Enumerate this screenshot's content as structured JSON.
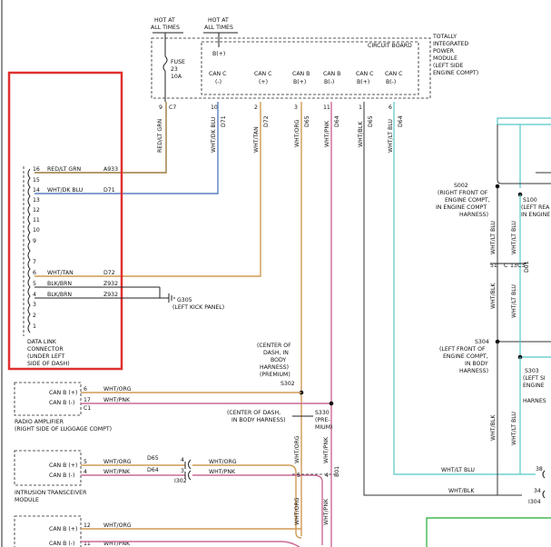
{
  "labels": {
    "hot1": "HOT AT",
    "hot1b": "ALL TIMES",
    "hot2": "HOT AT",
    "hot2b": "ALL TIMES",
    "b_plus_top": "B(+)",
    "circuit_board": "CIRCUIT BOARD",
    "tipm1": "TOTALLY",
    "tipm2": "INTEGRATED",
    "tipm3": "POWER",
    "tipm4": "MODULE",
    "tipm5": "(LEFT SIDE",
    "tipm6": "ENGINE COMPT)",
    "fuse": "FUSE",
    "fuse_num": "23",
    "fuse_amp": "10A",
    "canc1": "CAN C",
    "canc1s": "(-)",
    "canc2": "CAN C",
    "canc2s": "(+)",
    "canb1": "CAN B",
    "canb1s": "B(+)",
    "canb2": "CAN B",
    "canb2s": "B(-)",
    "canc3": "CAN C",
    "canc3s": "B(+)",
    "canc4": "CAN C",
    "canc4s": "B(-)",
    "pin9": "9",
    "pin_c7": "C7",
    "pin10": "10",
    "pin2": "2",
    "pin3": "3",
    "pin11": "11",
    "pin1": "1",
    "pin6": "6",
    "w_redltgrn": "RED/LT GRN",
    "w_whtdkblu": "WHT/DK BLU",
    "w_d71": "D71",
    "w_whttan": "WHT/TAN",
    "w_d72": "D72",
    "w_whtorg": "WHT/ORG",
    "w_d65": "D65",
    "w_whtpnk": "WHT/PNK",
    "w_d64": "D64",
    "w_whtblk": "WHT/BLK",
    "w_d65b": "D65",
    "w_whtltblu": "WHT/LT BLU",
    "w_d64b": "D64",
    "dlc_16": "16",
    "dlc_16w": "RED/LT GRN",
    "dlc_16c": "A933",
    "dlc_15": "15",
    "dlc_14": "14",
    "dlc_14w": "WHT/DK BLU",
    "dlc_14c": "D71",
    "dlc_13": "13",
    "dlc_12": "12",
    "dlc_11": "11",
    "dlc_10": "10",
    "dlc_9": "9",
    "dlc_7": "7",
    "dlc_6": "6",
    "dlc_6w": "WHT/TAN",
    "dlc_6c": "D72",
    "dlc_5": "5",
    "dlc_5w": "BLK/BRN",
    "dlc_5c": "Z932",
    "dlc_4": "4",
    "dlc_4w": "BLK/BRN",
    "dlc_4c": "Z932",
    "dlc_3": "3",
    "dlc_2": "2",
    "dlc_1": "1",
    "g305": "G305",
    "g305b": "(LEFT KICK PANEL)",
    "dlc_name1": "DATA LINK",
    "dlc_name2": "CONNECTOR",
    "dlc_name3": "(UNDER LEFT",
    "dlc_name4": "SIDE OF DASH)",
    "premium1": "(CENTER OF",
    "premium2": "DASH, IN",
    "premium3": "BODY",
    "premium4": "HARNESS)",
    "premium5": "(PREMIUM)",
    "s302": "S302",
    "ra_canb1": "CAN B (+)",
    "ra_canb2": "CAN B (-)",
    "ra_pin6": "6",
    "ra_pin17": "17",
    "ra_c1": "C1",
    "ra_w1": "WHT/ORG",
    "ra_w2": "WHT/PNK",
    "ra_name1": "RADIO AMPLIFIER",
    "ra_name2": "(RIGHT SIDE OF LUGGAGE COMPT)",
    "s330_1": "(CENTER OF DASH,",
    "s330_2": "IN BODY HARNESS)",
    "s330": "S330",
    "s330_3": "(PRE-",
    "s330_4": "MIUM)",
    "it_canb1": "CAN B (+)",
    "it_canb2": "CAN B (-)",
    "it_pin5": "5",
    "it_pin4": "4",
    "it_w1": "WHT/ORG",
    "it_d65": "D65",
    "it_w2": "WHT/PNK",
    "it_d64": "D64",
    "it_4": "4",
    "it_3": "3",
    "it_w3": "WHT/ORG",
    "it_w4": "WHT/PNK",
    "it_i302": "I302",
    "it_name1": "INTRUSION TRANSCEIVER",
    "it_name2": "MODULE",
    "mid_whtorg": "WHT/ORG",
    "mid_whtpnk": "WHT/PNK",
    "mid_5": "5",
    "mid_4": "4",
    "mid_b01": "B01",
    "bot_canb1": "CAN B (+)",
    "bot_12": "12",
    "bot_w1": "WHT/ORG",
    "bot_canb2": "CAN B (-)",
    "bot_11": "11",
    "bot_w2": "WHT/PNK",
    "s002_1": "S002",
    "s002_2": "(RIGHT FRONT OF",
    "s002_3": "ENGINE COMPT,",
    "s002_4": "IN ENGINE COMPT",
    "s002_5": "HARNESS)",
    "s100_1": "S100",
    "s100_2": "(LEFT REA",
    "s100_3": "IN ENGINE",
    "r_whtltblu": "WHT/LT BLU",
    "r_51": "51",
    "r_c": "C",
    "r_13": "13",
    "r_c3": "C3",
    "r_d01": "D01",
    "r_whtblk": "WHT/BLK",
    "r_whtltblu2": "WHT/LT BLU",
    "s304_1": "S304",
    "s304_2": "(LEFT FRONT OF",
    "s304_3": "ENGINE COMPT,",
    "s304_4": "IN BODY",
    "s304_5": "HARNESS)",
    "s303_1": "S303",
    "s303_2": "(LEFT SI",
    "s303_3": "ENGINE",
    "s303_4": "HARNES",
    "r_whtblk2": "WHT/BLK",
    "r_whtltblu3": "WHT/LT BLU",
    "b_whtltblu": "WHT/LT BLU",
    "b_38": "38",
    "b_whtblk": "WHT/BLK",
    "b_34": "34",
    "b_i304": "I304"
  }
}
